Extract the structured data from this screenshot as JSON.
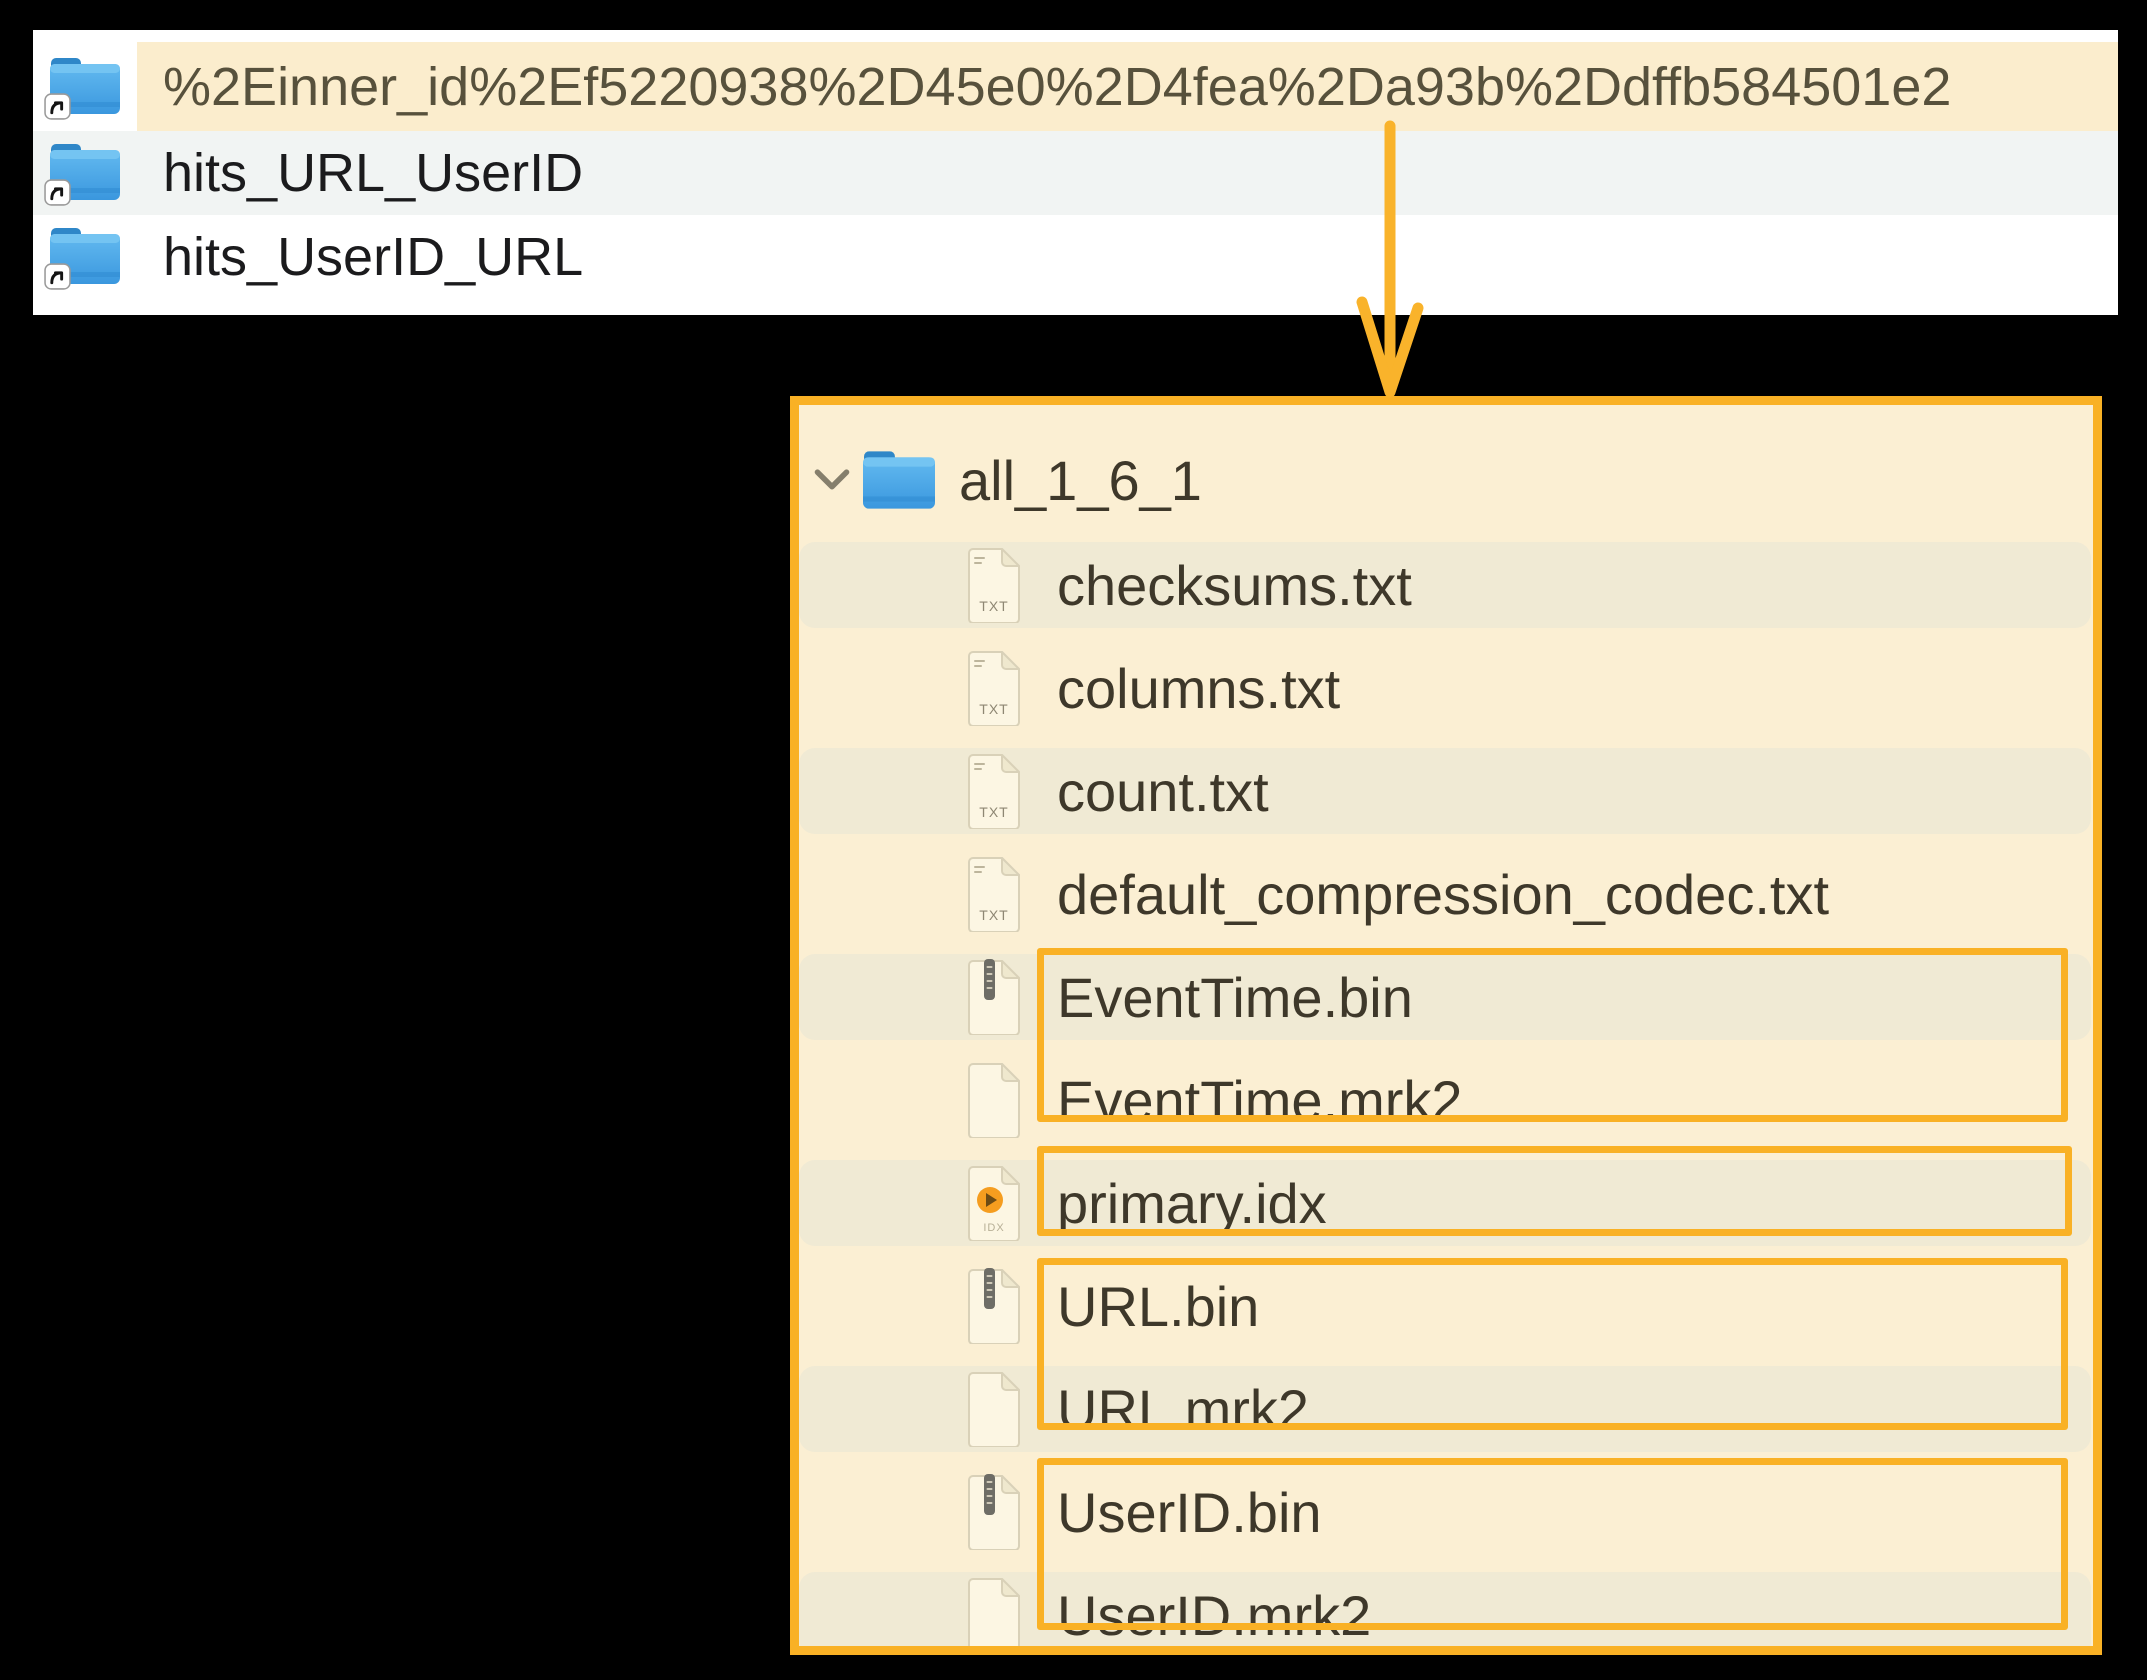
{
  "top_panel": {
    "rows": [
      {
        "label": "%2Einner_id%2Ef5220938%2D45e0%2D4fea%2Da93b%2Ddffb584501e2",
        "highlighted": true,
        "icon": "folder-alias-icon"
      },
      {
        "label": "hits_URL_UserID",
        "highlighted": false,
        "icon": "folder-alias-icon"
      },
      {
        "label": "hits_UserID_URL",
        "highlighted": false,
        "icon": "folder-alias-icon"
      }
    ]
  },
  "tree_panel": {
    "folder": {
      "label": "all_1_6_1",
      "expanded": true,
      "icon": "folder-icon"
    },
    "files": [
      {
        "name": "checksums.txt",
        "type": "txt"
      },
      {
        "name": "columns.txt",
        "type": "txt"
      },
      {
        "name": "count.txt",
        "type": "txt"
      },
      {
        "name": "default_compression_codec.txt",
        "type": "txt"
      },
      {
        "name": "EventTime.bin",
        "type": "bin"
      },
      {
        "name": "EventTime.mrk2",
        "type": "blank"
      },
      {
        "name": "primary.idx",
        "type": "idx"
      },
      {
        "name": "URL.bin",
        "type": "bin"
      },
      {
        "name": "URL.mrk2",
        "type": "blank"
      },
      {
        "name": "UserID.bin",
        "type": "bin"
      },
      {
        "name": "UserID.mrk2",
        "type": "blank"
      }
    ]
  },
  "annotations": {
    "arrow_direction": "down",
    "arrow_from": "%2Einner_id%2Ef5220938%2D45e0%2D4fea%2Da93b%2Ddffb584501e2",
    "arrow_to": "all_1_6_1",
    "highlight_groups": [
      [
        "EventTime.bin",
        "EventTime.mrk2"
      ],
      [
        "primary.idx"
      ],
      [
        "URL.bin",
        "URL.mrk2"
      ],
      [
        "UserID.bin",
        "UserID.mrk2"
      ]
    ]
  },
  "icons": {
    "chevron": "chevron-down",
    "folder": "blue-folder",
    "folder_alias": "blue-folder-with-alias-arrow",
    "txt": "text-document",
    "bin": "binary-document",
    "blank": "blank-document",
    "idx": "index-document"
  },
  "colors": {
    "accent_amber": "#F9B125",
    "highlight_row_bg": "#FBEDCD",
    "tree_panel_bg": "#FBEFD3",
    "tree_row_stripe": "#F0EAD4",
    "alt_row_gray": "#F1F4F3",
    "folder_blue": "#3D9BE0",
    "text_dark": "#3E382A"
  }
}
